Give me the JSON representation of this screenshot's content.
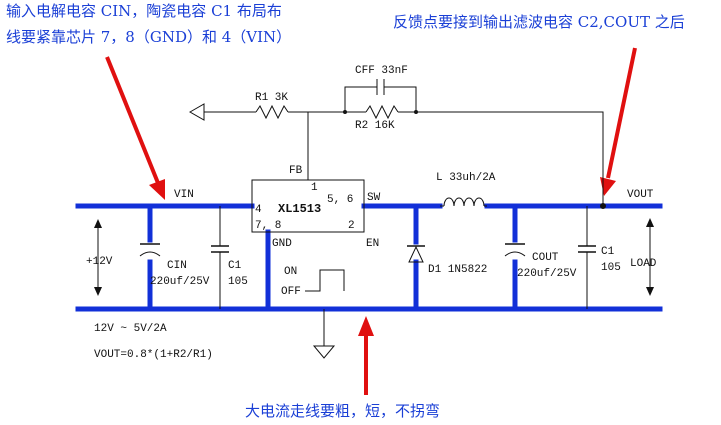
{
  "notes": {
    "top_left_line1": "输入电解电容 CIN，陶瓷电容 C1 布局布",
    "top_left_line2": "线要紧靠芯片 7，8（GND）和 4（VIN）",
    "top_right": "反馈点要接到输出滤波电容 C2,COUT 之后",
    "bottom": "大电流走线要粗，短，不拐弯"
  },
  "labels": {
    "r1": "R1 3K",
    "cff": "CFF 33nF",
    "r2": "R2 16K",
    "fb": "FB",
    "vin": "VIN",
    "pin1": "1",
    "chip": "XL1513",
    "pin56": "5, 6",
    "sw": "SW",
    "pin4": "4",
    "pin78": "7, 8",
    "pin2": "2",
    "gnd": "GND",
    "en": "EN",
    "inductor": "L 33uh/2A",
    "vout": "VOUT",
    "v12": "+12V",
    "cin": "CIN",
    "cin_val": "220uf/25V",
    "c1_in": "C1",
    "c1_in_val": "105",
    "on": "ON",
    "off": "OFF",
    "diode": "D1 1N5822",
    "cout": "COUT",
    "cout_val": "220uf/25V",
    "c1_out": "C1",
    "c1_out_val": "105",
    "load": "LOAD",
    "range": "12V ~ 5V/2A",
    "formula": "VOUT=0.8*(1+R2/R1)"
  },
  "colors": {
    "note_blue": "#1a3fd6",
    "bus_blue": "#1230d8",
    "arrow_red": "#e01010",
    "line_black": "#111111"
  }
}
